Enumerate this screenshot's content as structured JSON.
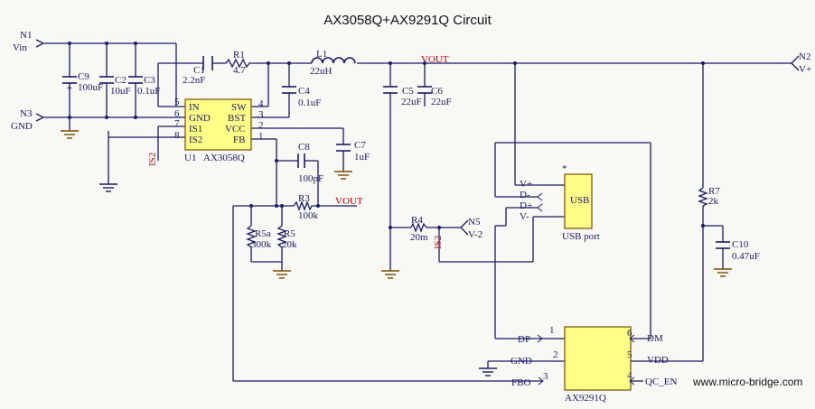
{
  "title": "AX3058Q+AX9291Q Circuit",
  "website": "www.micro-bridge.com",
  "colors": {
    "wire": "#1a1a66",
    "label": "#1a1a66",
    "net": "#d00000",
    "ground": "#7a4a00",
    "component": "#ffff88"
  },
  "nets": {
    "n1": "N1",
    "vin": "Vin",
    "n3": "N3",
    "gnd": "GND",
    "n2": "N2",
    "vplus": "V+",
    "n5": "N5",
    "vminus2": "V-2",
    "vout1": "VOUT",
    "vout2": "VOUT",
    "is1": "IS2",
    "is2": "IS2"
  },
  "components": {
    "c9": {
      "ref": "C9",
      "val": "100uF"
    },
    "c2": {
      "ref": "C2",
      "val": "10uF"
    },
    "c3": {
      "ref": "C3",
      "val": "0.1uF"
    },
    "c1": {
      "ref": "C1",
      "val": "2.2nF"
    },
    "r1": {
      "ref": "R1",
      "val": "4.7"
    },
    "l1": {
      "ref": "L1",
      "val": "22uH"
    },
    "c4": {
      "ref": "C4",
      "val": "0.1uF"
    },
    "c5": {
      "ref": "C5",
      "val": "22uF"
    },
    "c6": {
      "ref": "C6",
      "val": "22uF"
    },
    "c7": {
      "ref": "C7",
      "val": "1uF"
    },
    "c8": {
      "ref": "C8",
      "val": "100pF"
    },
    "r3": {
      "ref": "R3",
      "val": "100k"
    },
    "r5a": {
      "ref": "R5a",
      "val": "300k"
    },
    "r5": {
      "ref": "R5",
      "val": "20k"
    },
    "r4": {
      "ref": "R4",
      "val": "20m"
    },
    "r7": {
      "ref": "R7",
      "val": "2k"
    },
    "c10": {
      "ref": "C10",
      "val": "0.47uF"
    }
  },
  "u1": {
    "ref": "U1",
    "part": "AX3058Q",
    "pins_left": [
      {
        "num": "5",
        "name": "IN"
      },
      {
        "num": "6",
        "name": "GND"
      },
      {
        "num": "7",
        "name": "IS1"
      },
      {
        "num": "8",
        "name": "IS2"
      }
    ],
    "pins_right": [
      {
        "num": "4",
        "name": "SW"
      },
      {
        "num": "3",
        "name": "BST"
      },
      {
        "num": "2",
        "name": "VCC"
      },
      {
        "num": "1",
        "name": "FB"
      }
    ]
  },
  "usb": {
    "label": "USB",
    "caption": "USB port",
    "pins": [
      "V+",
      "D-",
      "D+",
      "V-"
    ],
    "marker": "*"
  },
  "u2": {
    "part": "AX9291Q",
    "pins": [
      {
        "num": "1",
        "name": "DP"
      },
      {
        "num": "2",
        "name": "GND"
      },
      {
        "num": "3",
        "name": "FBO"
      },
      {
        "num": "6",
        "name": "DM"
      },
      {
        "num": "5",
        "name": "VDD"
      },
      {
        "num": "4",
        "name": "QC_EN"
      }
    ]
  }
}
